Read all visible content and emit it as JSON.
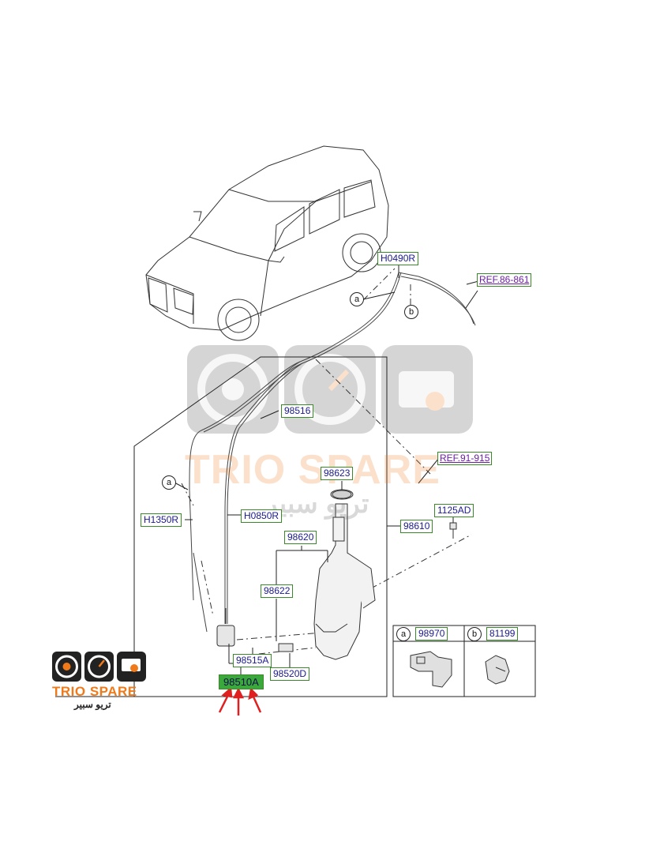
{
  "parts": {
    "p_h0490r": "H0490R",
    "p_ref86": "REF.86-861",
    "p_98516": "98516",
    "p_ref91": "REF.91-915",
    "p_98623": "98623",
    "p_1125ad": "1125AD",
    "p_h1350r": "H1350R",
    "p_h0850r": "H0850R",
    "p_98610": "98610",
    "p_98620": "98620",
    "p_98622": "98622",
    "p_98515a": "98515A",
    "p_98520d": "98520D",
    "p_98510a": "98510A"
  },
  "callouts": {
    "a": "a",
    "b": "b"
  },
  "inset": {
    "a_part": "98970",
    "b_part": "81199"
  },
  "watermark": {
    "latin": "TRIO SPARE",
    "arabic": "تريو سبير"
  },
  "logo": {
    "latin": "TRIO SPARE",
    "arabic": "تريو سبير"
  },
  "colors": {
    "label_border": "#3b8a2a",
    "label_text": "#1a1a8c",
    "highlight": "#3aa83a",
    "ref_text": "#6a1fa0",
    "arrow": "#e02020",
    "logo_orange": "#f07a1a"
  }
}
